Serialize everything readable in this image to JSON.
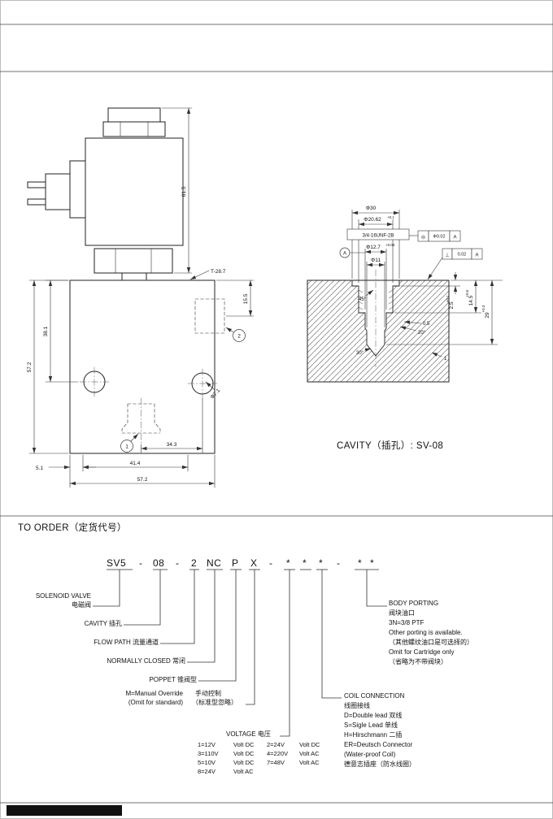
{
  "valve": {
    "dims": {
      "height_615": "61.5",
      "thread": "T-28.7",
      "dim_155": "15.5",
      "dim_381": "38.1",
      "dim_572_left": "57.2",
      "dia_71": "Φ7.1",
      "dim_343": "34.3",
      "dim_51": "5.1",
      "dim_414": "41.4",
      "dim_572_bottom": "57.2",
      "port1": "1",
      "port2": "2"
    }
  },
  "cavity": {
    "caption": "CAVITY（插孔）: SV-08",
    "dims": {
      "dia30": "Φ30",
      "dia2062": "Φ20.62",
      "tol2062": "+0.1",
      "thread": "3/4-16UNF-2B",
      "fcf_concentric_sym": "◎",
      "fcf_concentric_val": "Φ0.02",
      "fcf_concentric_datum": "A",
      "dia127": "Φ12.7",
      "tol127": "+0.05",
      "datum": "A",
      "dia11": "Φ11",
      "fcf_perp_sym": "⊥",
      "fcf_perp_val": "0.02",
      "fcf_perp_datum": "A",
      "depth25": "2.5",
      "tol25": "+0.1",
      "depth145": "14.5",
      "tol145": "+0.5",
      "depth29": "29",
      "tol29": "+0.3",
      "dim1": "1",
      "dim05": "0.5",
      "ang45": "45°",
      "ang30": "30°",
      "ang20": "20°"
    }
  },
  "order": {
    "title": "TO ORDER（定货代号）",
    "code": [
      "SV5",
      "-",
      "08",
      "-",
      "2",
      "NC",
      "P",
      "X",
      "-",
      "*",
      "*",
      "*",
      "-",
      "*",
      "*"
    ],
    "labels": {
      "solenoid_en": "SOLENOID VALVE",
      "solenoid_zh": "电磁阀",
      "cavity": "CAVITY  插孔",
      "flow_path": "FLOW PATH  流量通道",
      "normally_closed": "NORMALLY CLOSED  常闭",
      "poppet": "POPPET  锥阀型",
      "manual_en1": "M=Manual Override",
      "manual_en2": "(Omit for standard)",
      "manual_zh1": "手动控制",
      "manual_zh2": "（标准型忽略）",
      "voltage_title": "VOLTAGE  电压"
    },
    "voltage_rows": [
      [
        "1=12V",
        "Volt DC",
        "2=24V",
        "Volt DC"
      ],
      [
        "3=110V",
        "Volt DC",
        "4=220V",
        "Volt AC"
      ],
      [
        "5=10V",
        "Volt DC",
        "7=48V",
        "Volt AC"
      ],
      [
        "8=24V",
        "Volt AC",
        "",
        ""
      ]
    ],
    "coil": {
      "title": "COIL CONNECTION",
      "zh": "线圈接线",
      "lines": [
        "D=Double lead 双线",
        "S=Sigle Lead 单线",
        "H=Hirschmann 二插",
        "ER=Deutsch Connector",
        "(Water-proof Coil)",
        "德意志插座（防水线圈）"
      ]
    },
    "body_porting": {
      "title": "BODY PORTING",
      "zh": "阀块油口",
      "lines": [
        "3N=3/8 PTF",
        "Other porting is available.",
        "（其他螺纹油口是可选择的）",
        "Omit for Cartridge only",
        "（省略为不带阀块）"
      ]
    }
  }
}
